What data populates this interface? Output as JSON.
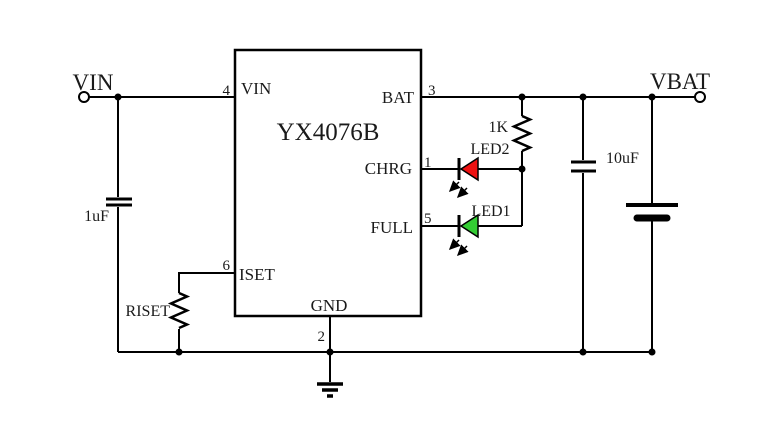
{
  "diagram": {
    "type": "circuit-schematic",
    "ic": {
      "name": "YX4076B",
      "pins": {
        "vin": {
          "number": "4",
          "label": "VIN"
        },
        "bat": {
          "number": "3",
          "label": "BAT"
        },
        "chrg": {
          "number": "1",
          "label": "CHRG"
        },
        "full": {
          "number": "5",
          "label": "FULL"
        },
        "iset": {
          "number": "6",
          "label": "ISET"
        },
        "gnd": {
          "number": "2",
          "label": "GND"
        }
      }
    },
    "terminals": {
      "vin": {
        "label": "VIN"
      },
      "vbat": {
        "label": "VBAT"
      }
    },
    "components": {
      "input_capacitor": {
        "label": "1uF"
      },
      "iset_resistor": {
        "label": "RISET"
      },
      "led_series_resistor": {
        "label": "1K"
      },
      "charge_led": {
        "label": "LED2",
        "color": "#ee1111"
      },
      "full_led": {
        "label": "LED1",
        "color": "#33cc33"
      },
      "output_capacitor": {
        "label": "10uF"
      }
    },
    "colors": {
      "wire": "#000000",
      "background": "#ffffff"
    }
  }
}
